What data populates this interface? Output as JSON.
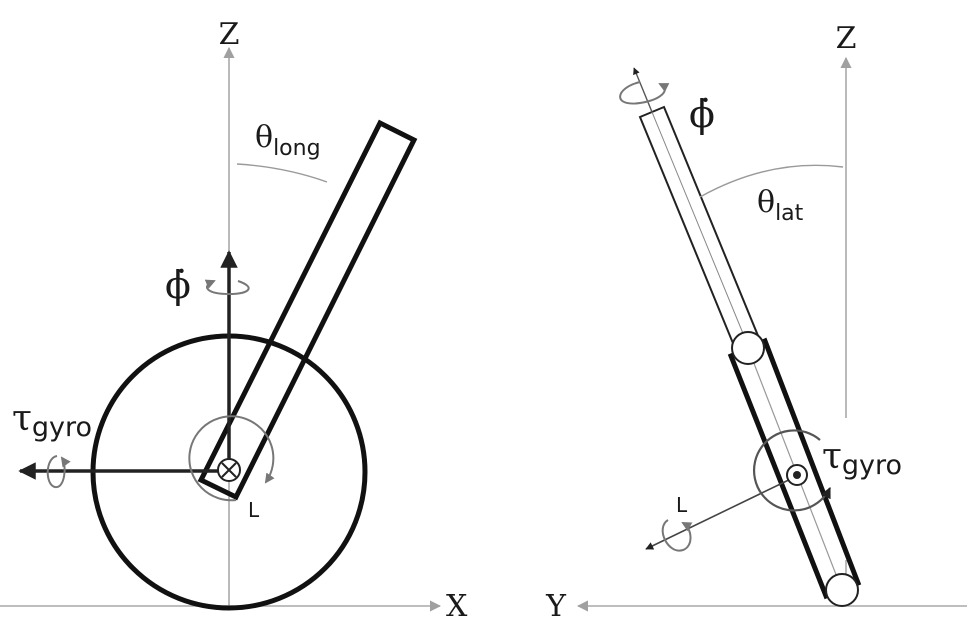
{
  "left_view": {
    "axis_z_label": "Z",
    "axis_x_label": "X",
    "theta_symbol": "θ",
    "theta_sub": "long",
    "phi_label": "ϕ̇",
    "tau_symbol": "τ",
    "tau_sub": "gyro",
    "l_label": "L"
  },
  "right_view": {
    "axis_z_label": "Z",
    "axis_y_label": "Y",
    "theta_symbol": "θ",
    "theta_sub": "lat",
    "phi_label": "ϕ̇",
    "tau_symbol": "τ",
    "tau_sub": "gyro",
    "l_label": "L"
  },
  "colors": {
    "axis": "#a8a8a8",
    "structure": "#111111",
    "vector": "#222222",
    "rotation_arrow": "#777777"
  }
}
